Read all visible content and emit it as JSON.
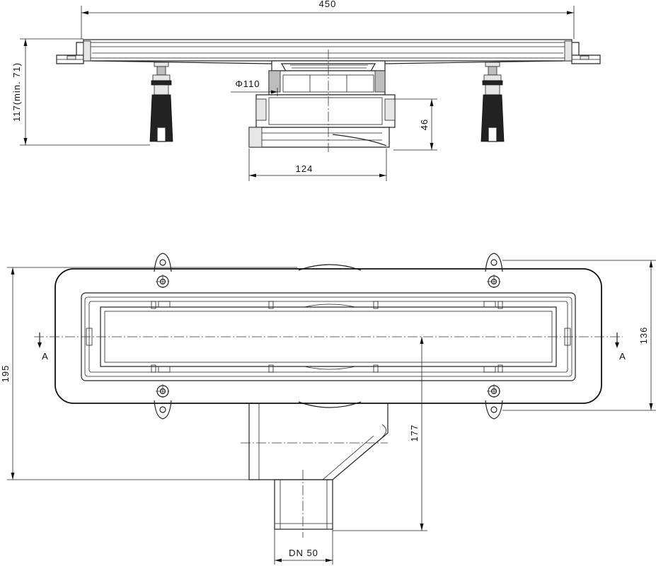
{
  "dimensions": {
    "total_length": "450",
    "height": "117(min. 71)",
    "outlet_diameter": "Φ110",
    "body_height": "46",
    "outlet_width": "124",
    "overall_width": "195",
    "flange_width": "136",
    "outlet_offset": "177",
    "outlet_size": "DN 50"
  },
  "section_marks": {
    "left": "A",
    "right": "A"
  }
}
